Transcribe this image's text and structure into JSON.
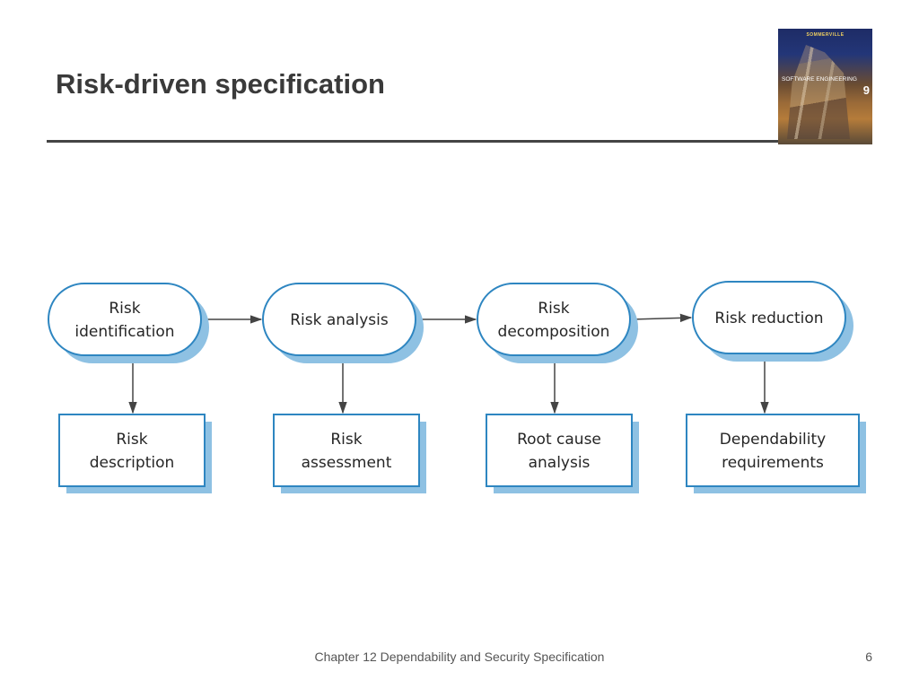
{
  "slide": {
    "title": "Risk-driven specification",
    "footer": "Chapter 12 Dependability and Security Specification",
    "page_number": "6"
  },
  "cover": {
    "brand": "SOMMERVILLE",
    "title": "SOFTWARE ENGINEERING",
    "edition": "9"
  },
  "diagram": {
    "colors": {
      "shadow": "#8ec1e3",
      "stroke": "#2e86c1",
      "fill": "#ffffff",
      "arrow": "#444444"
    },
    "process_steps": [
      {
        "lines": [
          "Risk",
          "identification"
        ]
      },
      {
        "lines": [
          "Risk analysis"
        ]
      },
      {
        "lines": [
          "Risk",
          "decomposition"
        ]
      },
      {
        "lines": [
          "Risk reduction"
        ]
      }
    ],
    "outputs": [
      {
        "lines": [
          "Risk",
          "description"
        ]
      },
      {
        "lines": [
          "Risk",
          "assessment"
        ]
      },
      {
        "lines": [
          "Root cause",
          "analysis"
        ]
      },
      {
        "lines": [
          "Dependability",
          "requirements"
        ]
      }
    ]
  }
}
